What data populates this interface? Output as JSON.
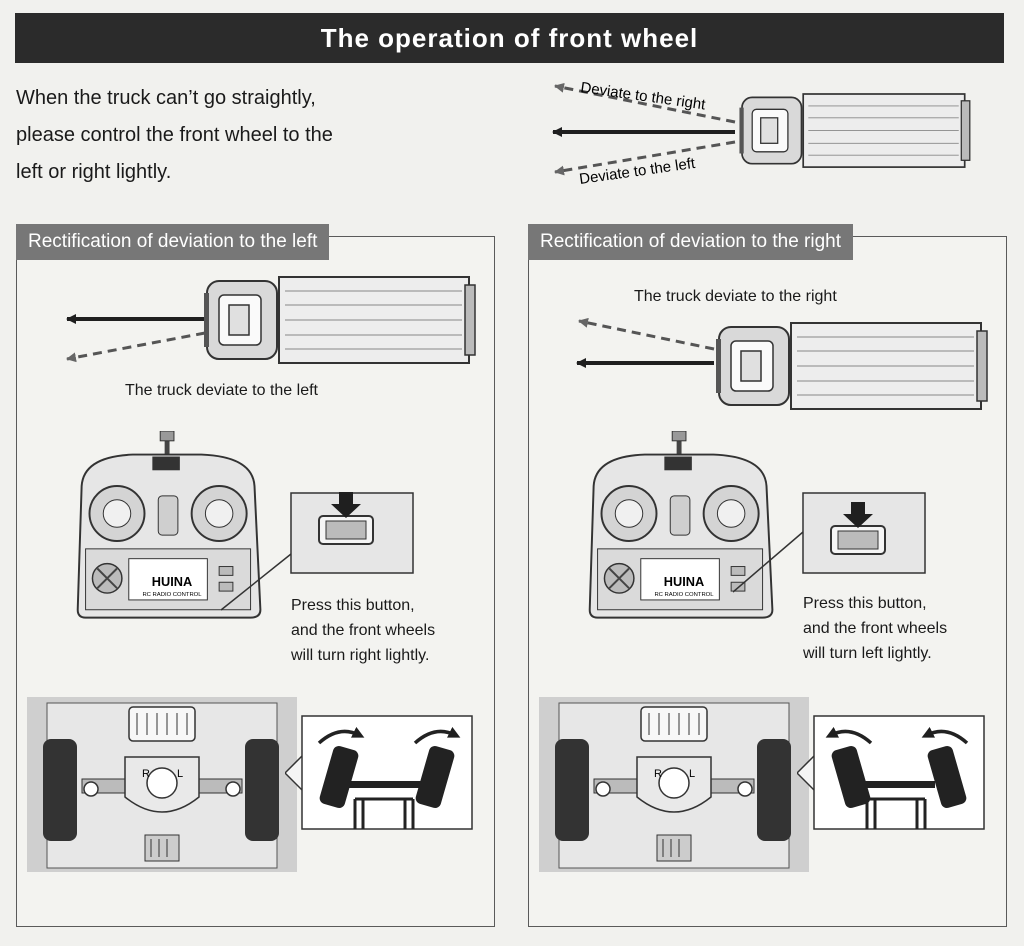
{
  "title": "The operation of front wheel",
  "intro": [
    "When the truck can’t go straightly,",
    "please control the front wheel to the",
    "left or right lightly."
  ],
  "top_diagram": {
    "label_right": "Deviate to the right",
    "label_left": "Deviate to the left"
  },
  "panels": [
    {
      "header": "Rectification of deviation to the left",
      "truck_caption": "The truck deviate to the left",
      "remote_brand": "HUINA",
      "remote_sub": "RC RADIO CONTROL",
      "instruction": [
        "Press this button,",
        "and the front wheels",
        "will turn right lightly."
      ]
    },
    {
      "header": "Rectification of deviation to the right",
      "truck_caption": "The truck deviate to the right",
      "remote_brand": "HUINA",
      "remote_sub": "RC RADIO CONTROL",
      "instruction": [
        "Press this button,",
        "and the front wheels",
        "will turn left lightly."
      ]
    }
  ],
  "chassis_letters": {
    "r": "R",
    "l": "L"
  }
}
